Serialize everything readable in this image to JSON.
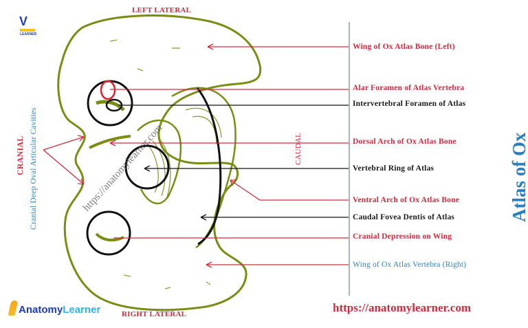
{
  "diagram": {
    "title": "Atlas of Ox",
    "orientation_labels": {
      "top": "LEFT LATERAL",
      "bottom": "RIGHT LATERAL",
      "left": "CRANIAL",
      "middle": "CAUDAL"
    },
    "side_annotation": "Cranial Deep Oval Articular Cavities",
    "watermark": "https://anatomylearner.com",
    "labels": [
      {
        "text": "Wing of Ox Atlas Bone (Left)",
        "color": "#d42a3c"
      },
      {
        "text": "Alar Foramen of Atlas Vertebra",
        "color": "#d42a3c"
      },
      {
        "text": "Intervertebral Foramen of Atlas",
        "color": "#1a1a1a"
      },
      {
        "text": "Dorsal Arch of Ox Atlas Bone",
        "color": "#d42a3c"
      },
      {
        "text": "Vertebral Ring of Atlas",
        "color": "#1a1a1a"
      },
      {
        "text": "Ventral Arch of Ox Atlas Bone",
        "color": "#d42a3c"
      },
      {
        "text": "Caudal Fovea Dentis of Atlas",
        "color": "#1a1a1a"
      },
      {
        "text": "Cranial Depression on Wing",
        "color": "#d42a3c"
      },
      {
        "text": "Wing of Ox Atlas Vertebra (Right)",
        "color": "#2a86c4"
      }
    ],
    "website": "https://anatomylearner.com"
  },
  "branding": {
    "logo_top_text": "LEARNER",
    "logo_bottom_part1": "Anatomy",
    "logo_bottom_part2": "Learner"
  },
  "colors": {
    "bone_outline": "#7a8c12",
    "label_red": "#d42a3c",
    "label_blue": "#2a86c4",
    "title_blue": "#2a7fbf",
    "divider": "#a9b4bf"
  }
}
